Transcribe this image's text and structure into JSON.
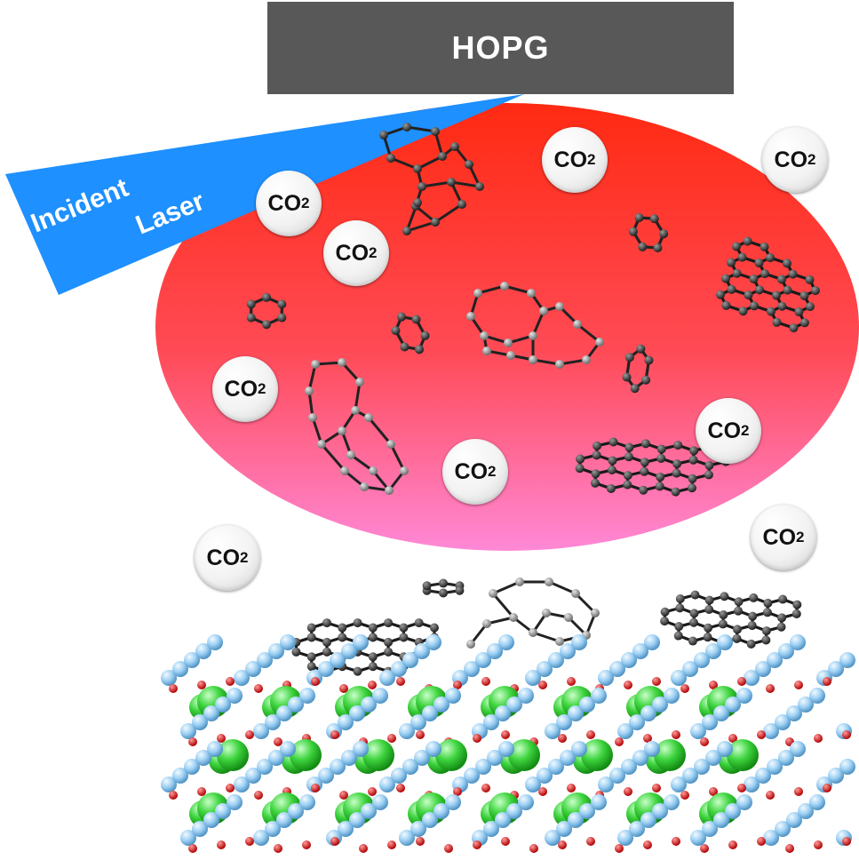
{
  "labels": {
    "hopg": "HOPG",
    "laser_line1": "Incident",
    "laser_line2": "Laser"
  },
  "molecule": {
    "main": "CO",
    "subscript": "2"
  },
  "colors": {
    "plume_top": "#ff2a12",
    "plume_bottom": "#ff88d6",
    "laser": "#1e90ff",
    "hopg": "#585858",
    "carbon_dark": "#2f2f2f",
    "carbon_light": "#8c8c8c",
    "calcium": "#3ed43e",
    "oxygen": "#e01010",
    "carbon_lattice": "#8fc6ee"
  }
}
